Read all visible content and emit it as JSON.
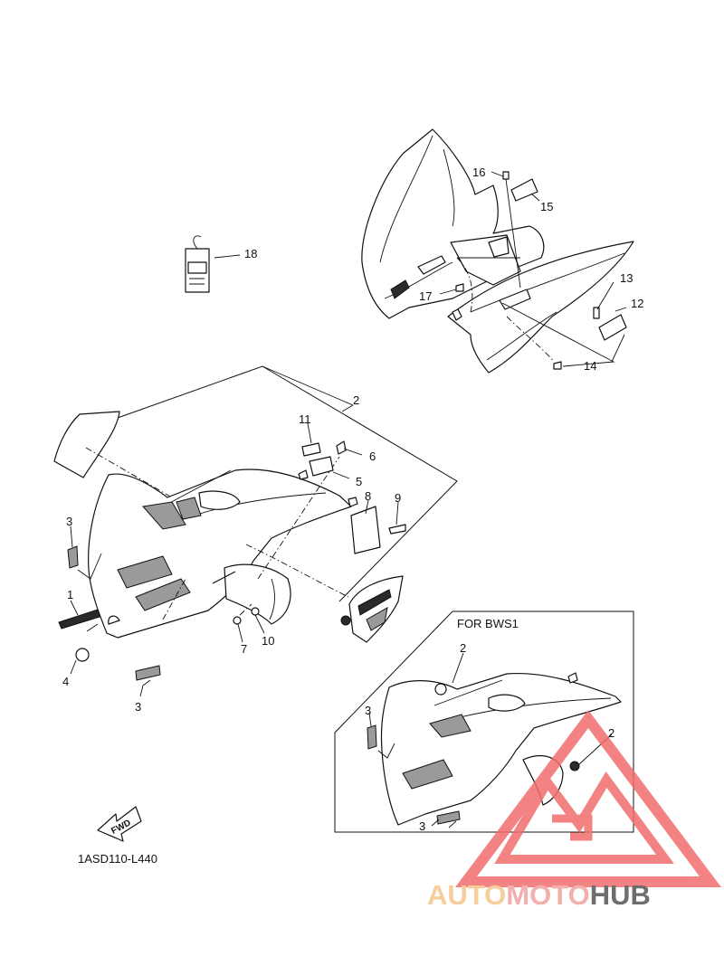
{
  "diagram": {
    "callouts": {
      "c1": "1",
      "c2a": "2",
      "c2b": "2",
      "c2c": "2",
      "c3a": "3",
      "c3b": "3",
      "c3c": "3",
      "c3d": "3",
      "c4": "4",
      "c5": "5",
      "c6": "6",
      "c7": "7",
      "c8": "8",
      "c9": "9",
      "c10": "10",
      "c11": "11",
      "c12": "12",
      "c13": "13",
      "c14": "14",
      "c15": "15",
      "c16": "16",
      "c17": "17",
      "c18": "18"
    },
    "variant_label": "FOR BWS1",
    "fwd_label": "FWD",
    "diagram_code": "1ASD110-L440"
  },
  "watermark": {
    "part1": "AUTO",
    "part2": "MOTO",
    "part3": "HUB",
    "colors": {
      "auto": "#f5c58a",
      "moto": "#f2a0a0",
      "hub": "#555555",
      "logo": "#f26d6d"
    }
  }
}
